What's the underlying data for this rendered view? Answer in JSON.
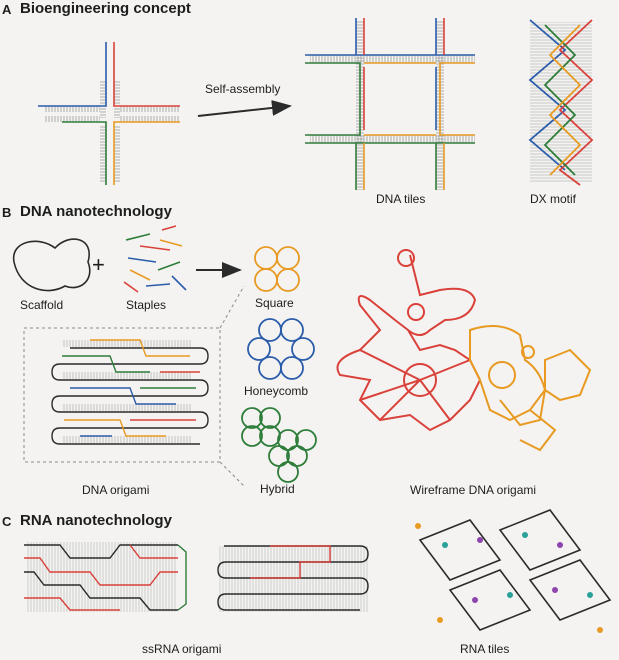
{
  "sections": [
    {
      "letter": "A",
      "title": "Bioengineering concept"
    },
    {
      "letter": "B",
      "title": "DNA nanotechnology"
    },
    {
      "letter": "C",
      "title": "RNA nanotechnology"
    }
  ],
  "section_a": {
    "arrow_label": "Self-assembly",
    "dna_tiles_label": "DNA tiles",
    "dx_motif_label": "DX motif"
  },
  "section_b": {
    "scaffold_label": "Scaffold",
    "plus_sign": "+",
    "staples_label": "Staples",
    "square_label": "Square",
    "honeycomb_label": "Honeycomb",
    "hybrid_label": "Hybrid",
    "dna_origami_label": "DNA origami",
    "wireframe_label": "Wireframe DNA origami"
  },
  "section_c": {
    "ssrna_label": "ssRNA origami",
    "rna_tiles_label": "RNA tiles"
  },
  "colors": {
    "red": "#d9413a",
    "orange": "#e89a22",
    "green": "#2f7d3a",
    "blue": "#2a5caa",
    "dark": "#2b2b2b",
    "gray": "#9a9a9a",
    "teal": "#2aa198",
    "purple": "#8e44ad"
  }
}
